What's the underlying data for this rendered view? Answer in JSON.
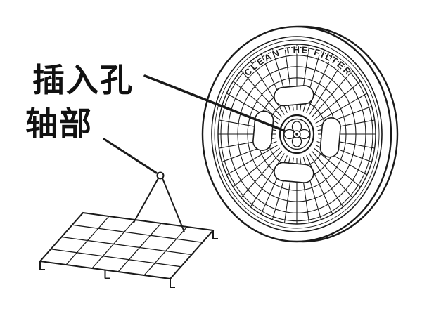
{
  "diagram": {
    "labels": {
      "insertion_hole": "插入孔",
      "shaft": "轴部"
    },
    "filter_text": "CLEAN THE FILTER",
    "colors": {
      "line": "#1a1a1a",
      "background": "#ffffff"
    }
  }
}
